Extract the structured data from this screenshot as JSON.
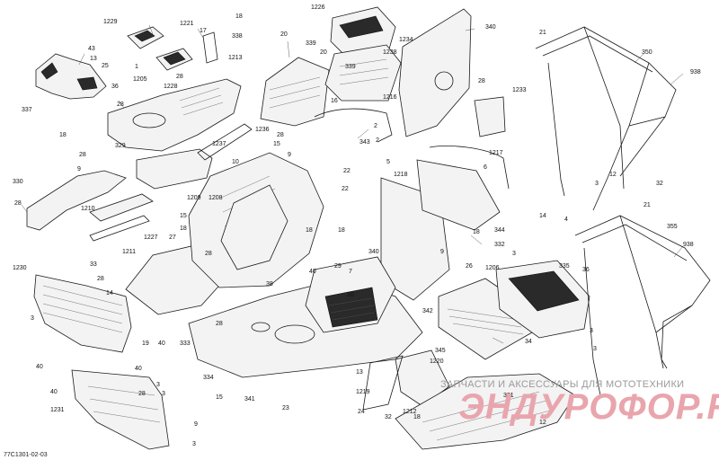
{
  "diagram_code": "77C1301-02-03",
  "watermark": {
    "caption": "ЗАПЧАСТИ И АКСЕССУАРЫ ДЛЯ МОТОТЕХНИКИ",
    "brand": "ЭНДУРОФОР.RU"
  },
  "labels": [
    "1229",
    "1221",
    "18",
    "17",
    "338",
    "1213",
    "1",
    "1205",
    "1228",
    "28",
    "43",
    "13",
    "25",
    "36",
    "337",
    "18",
    "20",
    "1226",
    "339",
    "1234",
    "1238",
    "340",
    "20",
    "339",
    "21",
    "350",
    "938",
    "28",
    "1233",
    "16",
    "1216",
    "2",
    "2",
    "28",
    "15",
    "9",
    "343",
    "1237",
    "1236",
    "28",
    "329",
    "28",
    "6",
    "1217",
    "330",
    "9",
    "10",
    "22",
    "22",
    "5",
    "1218",
    "1209",
    "1208",
    "28",
    "1210",
    "15",
    "18",
    "1211",
    "1227",
    "27",
    "18",
    "340",
    "18",
    "332",
    "344",
    "12",
    "3",
    "32",
    "4",
    "14",
    "21",
    "355",
    "938",
    "1230",
    "33",
    "28",
    "14",
    "3",
    "19",
    "40",
    "333",
    "40",
    "28",
    "40",
    "38",
    "29",
    "7",
    "18",
    "20",
    "9",
    "26",
    "1206",
    "335",
    "36",
    "3",
    "342",
    "34",
    "345",
    "40",
    "1231",
    "3",
    "28",
    "334",
    "15",
    "341",
    "23",
    "13",
    "1219",
    "1220",
    "1212",
    "32",
    "24",
    "9",
    "3",
    "40",
    "28",
    "3",
    "3",
    "3",
    "331",
    "18",
    "12"
  ]
}
